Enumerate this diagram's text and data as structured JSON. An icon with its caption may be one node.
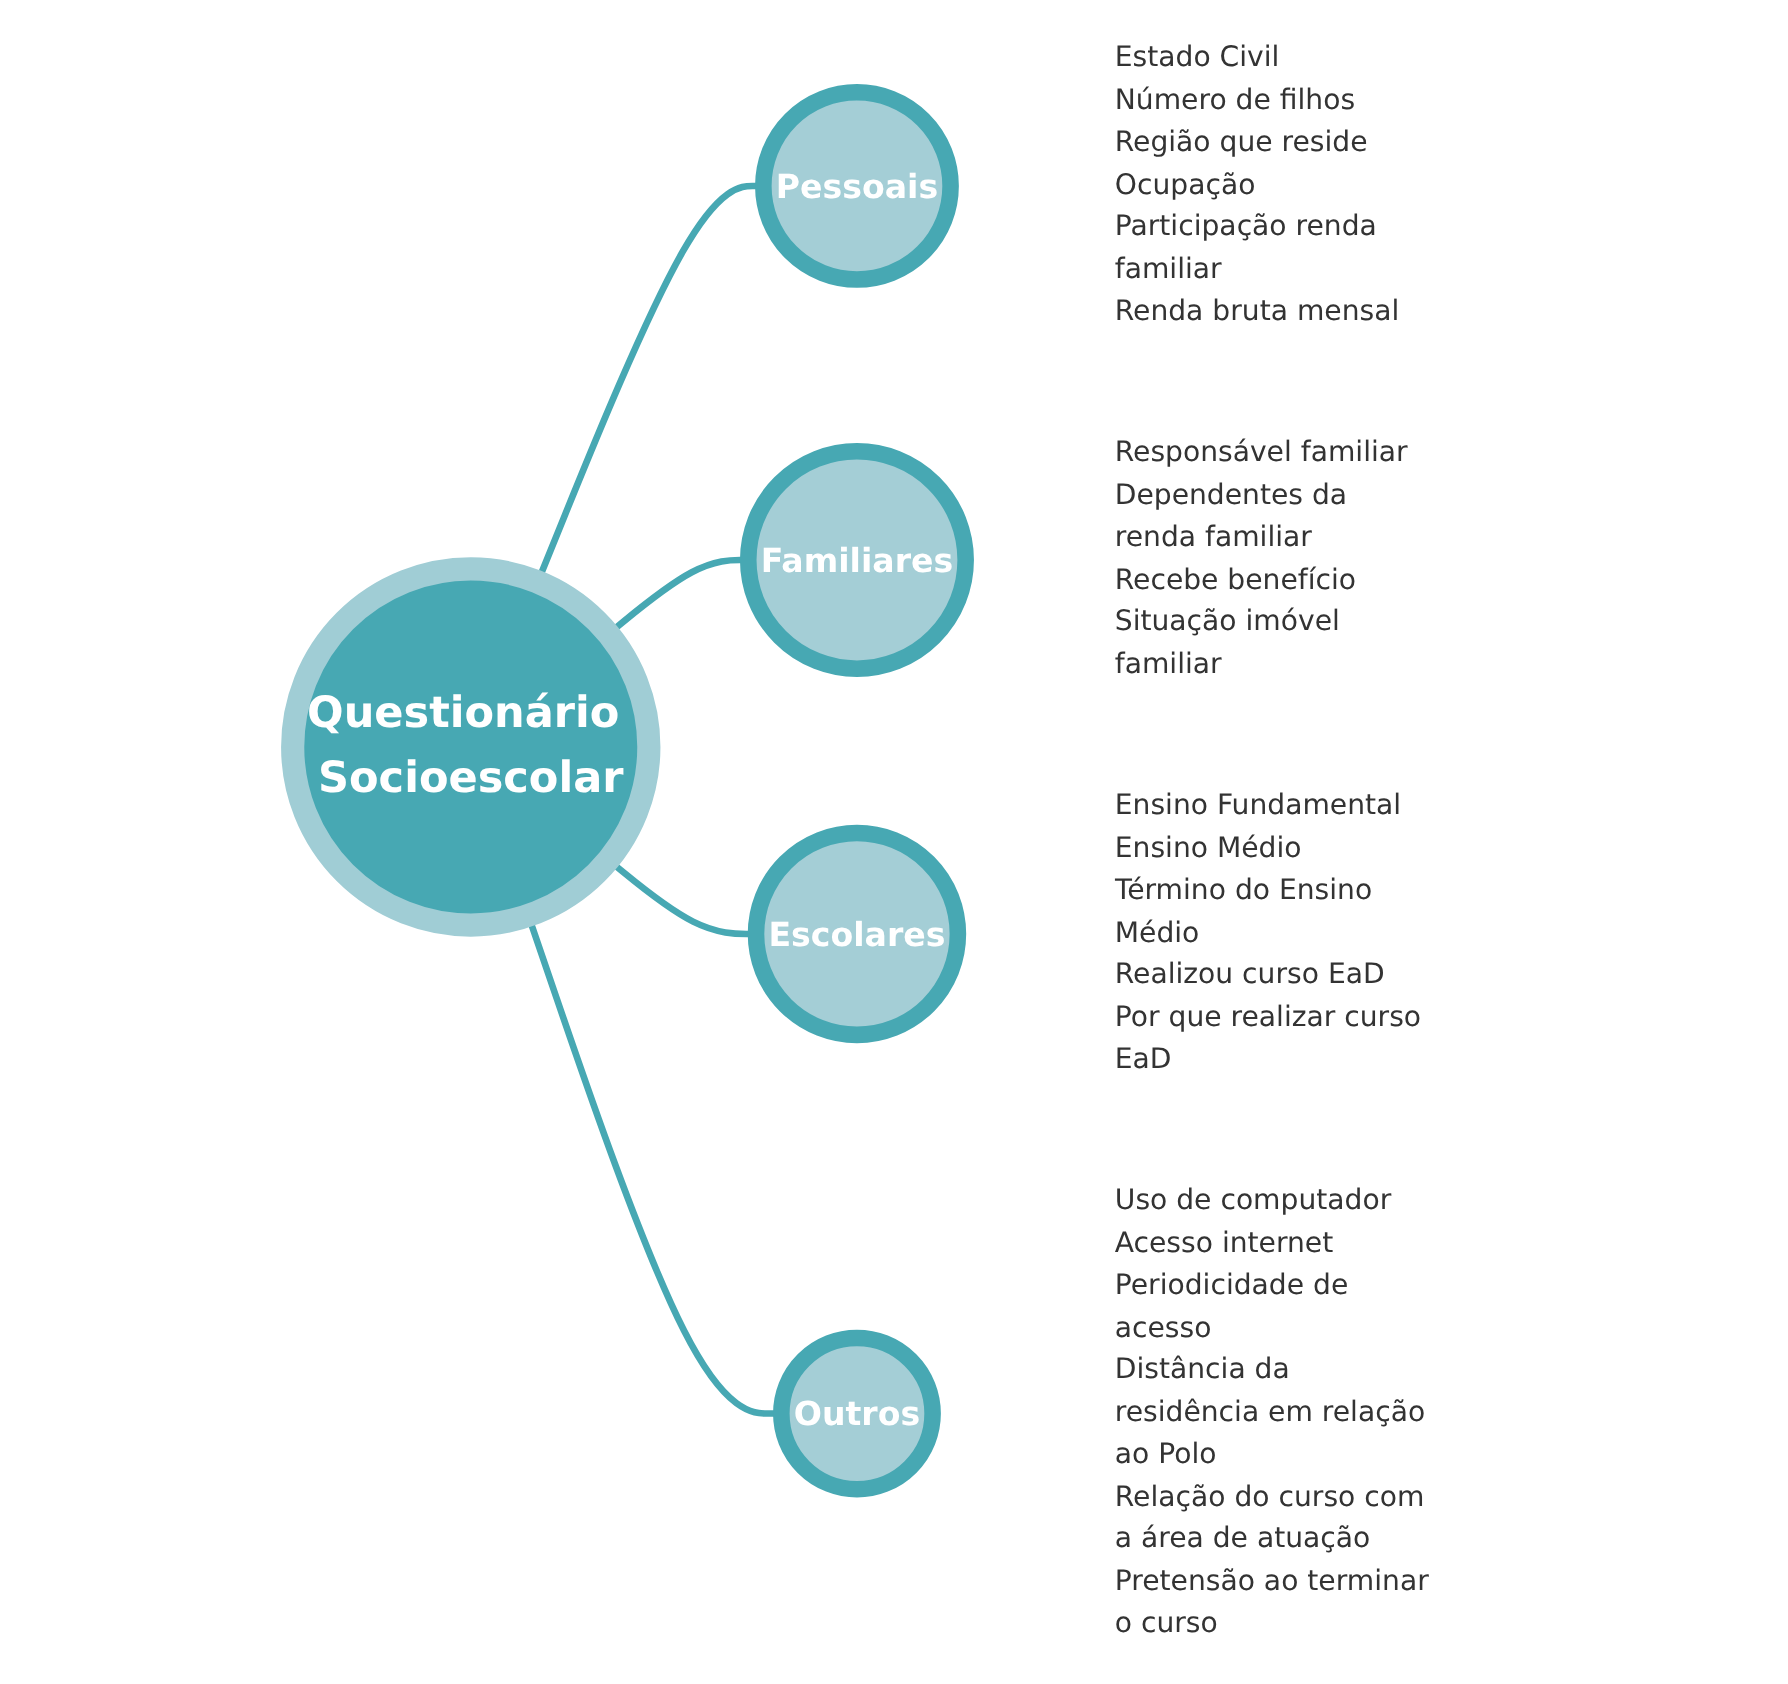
{
  "diagram": {
    "nodes": [
      {
        "text": [
          "Questionário Socioescolar"
        ]
      },
      {
        "text": [
          "Pessoais"
        ],
        "beside": [
          "Estado Civil",
          "Número de filhos",
          "Região que reside",
          "Ocupação",
          "Participação renda familiar",
          "Renda bruta mensal"
        ]
      },
      {
        "text": [
          "Familiares"
        ],
        "beside": [
          "Responsável familiar",
          "Dependentes da renda familiar",
          "Recebe benefício",
          "Situação imóvel familiar"
        ]
      },
      {
        "text": [
          "Escolares"
        ],
        "beside": [
          "Ensino Fundamental",
          "Ensino Médio",
          "Término do Ensino Médio",
          "Realizou curso EaD",
          "Por que realizar curso EaD"
        ]
      },
      {
        "text": [
          "Outros"
        ],
        "beside": [
          "Uso de computador",
          "Acesso internet",
          "Periodicidade de acesso",
          "Distância da residência em relação ao Polo",
          "Relação do curso com a área de atuação",
          "Pretensão ao terminar o curso"
        ]
      }
    ],
    "edges": [
      {
        "from": 0,
        "to": 1,
        "arrow": "none"
      },
      {
        "from": 0,
        "to": 2,
        "arrow": "none"
      },
      {
        "from": 0,
        "to": 3,
        "arrow": "none"
      },
      {
        "from": 0,
        "to": 4,
        "arrow": "none"
      }
    ]
  }
}
